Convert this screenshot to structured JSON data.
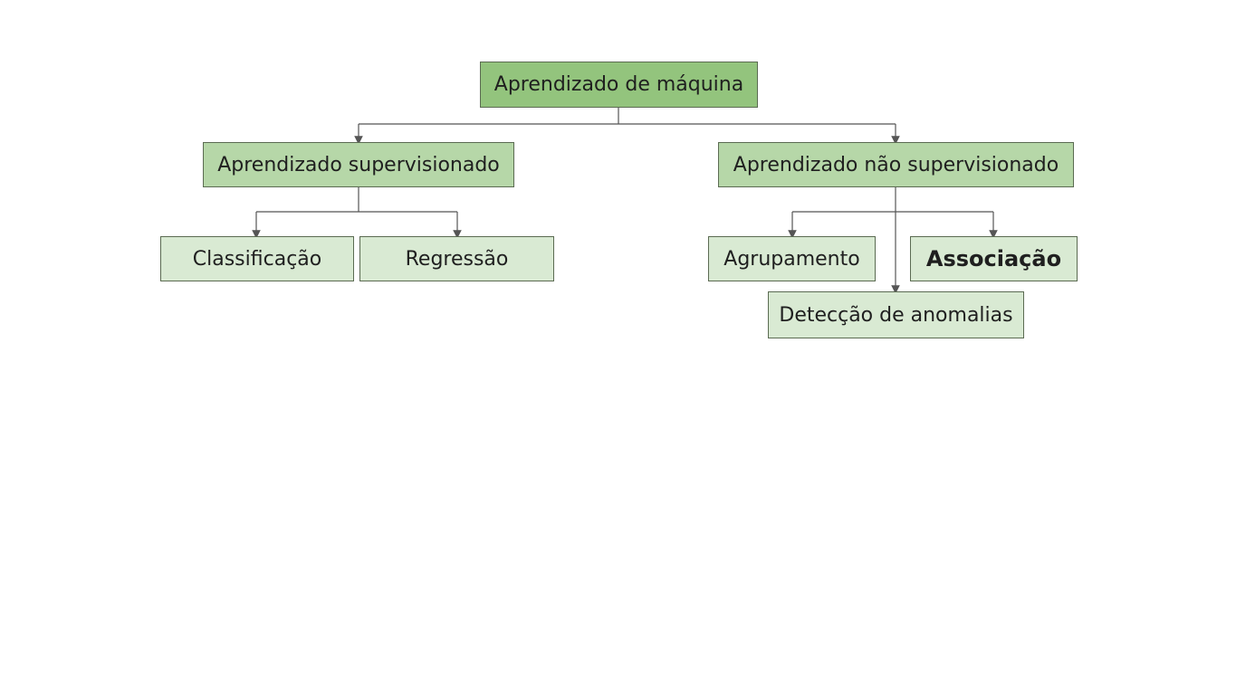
{
  "diagram": {
    "root": "Aprendizado de máquina",
    "supervised": {
      "label": "Aprendizado supervisionado",
      "children": [
        "Classificação",
        "Regressão"
      ]
    },
    "unsupervised": {
      "label": "Aprendizado não supervisionado",
      "children": [
        "Agrupamento",
        "Associação",
        "Detecção de anomalias"
      ]
    }
  }
}
